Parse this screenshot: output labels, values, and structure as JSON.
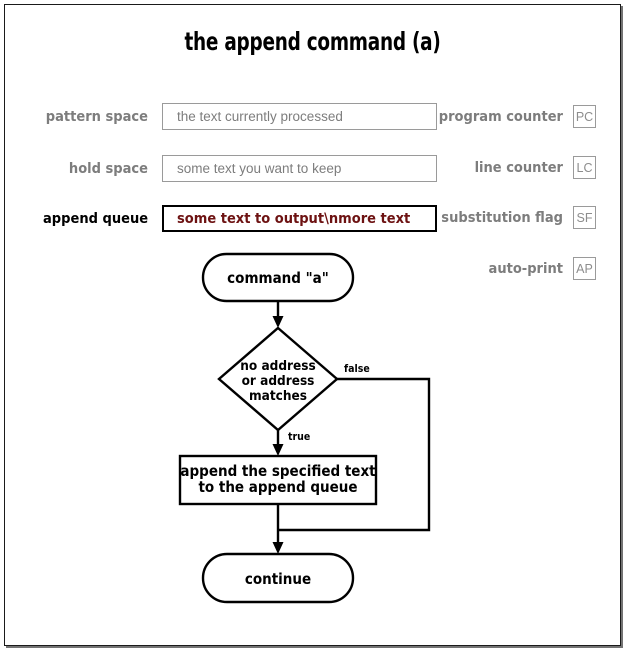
{
  "title": "the append command (a)",
  "state_rows": [
    {
      "label": "pattern space",
      "value": "the text currently processed",
      "active": false,
      "name": "pattern-space"
    },
    {
      "label": "hold space",
      "value": "some text you want to keep",
      "active": false,
      "name": "hold-space"
    },
    {
      "label": "append queue",
      "value": "some text to output\\nmore text",
      "active": true,
      "name": "append-queue"
    }
  ],
  "registers": [
    {
      "label": "program counter",
      "abbr": "PC",
      "name": "program-counter"
    },
    {
      "label": "line counter",
      "abbr": "LC",
      "name": "line-counter"
    },
    {
      "label": "substitution flag",
      "abbr": "SF",
      "name": "substitution-flag"
    },
    {
      "label": "auto-print",
      "abbr": "AP",
      "name": "auto-print"
    }
  ],
  "flowchart": {
    "start": "command \"a\"",
    "decision_line1": "no address",
    "decision_line2": "or address",
    "decision_line3": "matches",
    "branch_false": "false",
    "branch_true": "true",
    "process_line1": "append the specified text",
    "process_line2": "to the append queue",
    "end": "continue"
  },
  "colors": {
    "active_value_text": "#6d1212",
    "inactive_label": "#7d7d7d",
    "active_label": "#000000",
    "box_border": "#9a9a9a",
    "active_box_border": "#000000",
    "frame_border": "#1a1a1a",
    "stroke": "#000000"
  }
}
